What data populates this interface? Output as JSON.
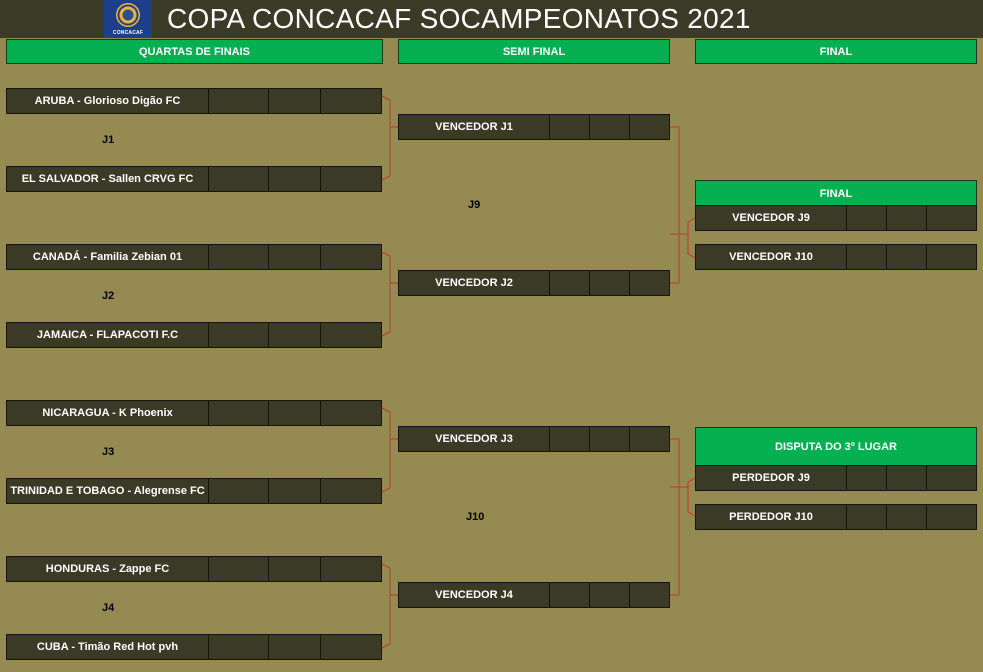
{
  "header": {
    "title": "COPA CONCACAF SOCAMPEONATOS  2021",
    "logo_text": "CONCACAF",
    "logo_icon": "concacaf-logo"
  },
  "columns": {
    "quarters": "QUARTAS DE FINAIS",
    "semis": "SEMI FINAL",
    "final": "FINAL"
  },
  "quarters": [
    {
      "team": "ARUBA - Glorioso Digão FC"
    },
    {
      "team": "EL SALVADOR - Sallen CRVG FC"
    },
    {
      "team": "CANADÁ - Familia Zebian 01"
    },
    {
      "team": "JAMAICA - FLAPACOTI F.C"
    },
    {
      "team": "NICARAGUA - K Phoenix"
    },
    {
      "team": "TRINIDAD E TOBAGO - Alegrense FC"
    },
    {
      "team": "HONDURAS - Zappe FC"
    },
    {
      "team": "CUBA - Timão Red Hot pvh"
    }
  ],
  "game_labels": [
    "J1",
    "J2",
    "J3",
    "J4",
    "J9",
    "J10"
  ],
  "semis": [
    {
      "team": "VENCEDOR J1"
    },
    {
      "team": "VENCEDOR J2"
    },
    {
      "team": "VENCEDOR J3"
    },
    {
      "team": "VENCEDOR J4"
    }
  ],
  "final_box": {
    "header": "FINAL",
    "teams": [
      {
        "team": "VENCEDOR J9"
      },
      {
        "team": "VENCEDOR J10"
      }
    ]
  },
  "third_place": {
    "header": "DISPUTA DO 3º LUGAR",
    "teams": [
      {
        "team": "PERDEDOR J9"
      },
      {
        "team": "PERDEDOR J10"
      }
    ]
  },
  "colors": {
    "background": "#958a52",
    "slot": "#3b3a27",
    "header_green": "#06b050",
    "connector": "#c0392b"
  }
}
